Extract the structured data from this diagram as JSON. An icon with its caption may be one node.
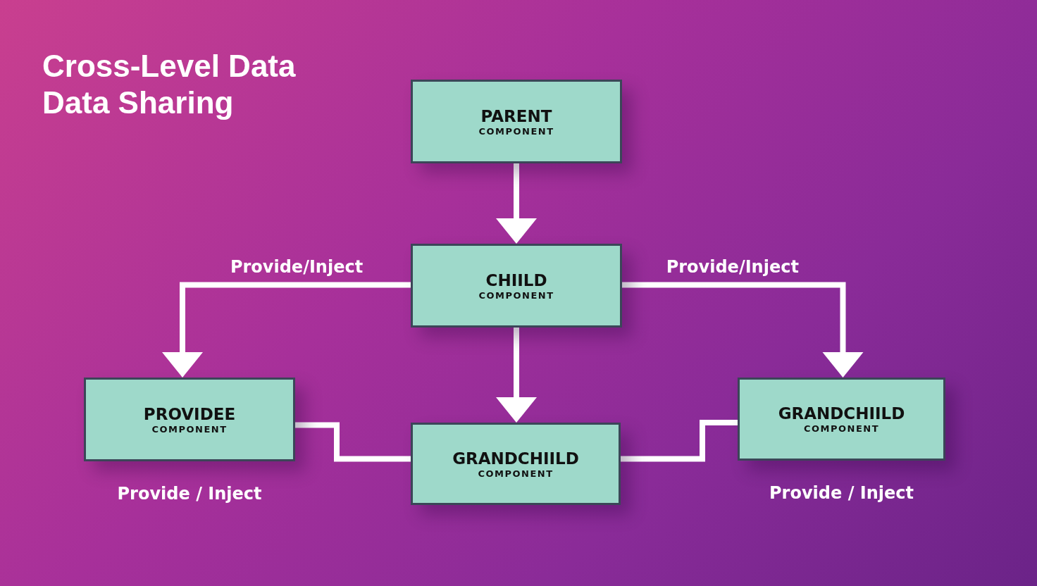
{
  "diagram": {
    "title": "Cross-Level Data Data Sharing",
    "nodes": [
      {
        "text": [
          "PARENT",
          "COMPONENT"
        ]
      },
      {
        "text": [
          "CHIILD",
          "COMPONENT"
        ]
      },
      {
        "text": [
          "PROVIDEE",
          "COMPONENT"
        ],
        "beside": [
          "Provide / Inject"
        ]
      },
      {
        "text": [
          "GRANDCHIILD",
          "COMPONENT"
        ]
      },
      {
        "text": [
          "GRANDCHIILD",
          "COMPONENT"
        ],
        "beside": [
          "Provide / Inject"
        ]
      }
    ],
    "edges": [
      {
        "from": 0,
        "to": 1,
        "arrow": "to"
      },
      {
        "from": 1,
        "to": 2,
        "arrow": "to",
        "label": "Provide/Inject"
      },
      {
        "from": 1,
        "to": 4,
        "arrow": "to",
        "label": "Provide/Inject"
      },
      {
        "from": 1,
        "to": 3,
        "arrow": "to"
      },
      {
        "from": 2,
        "to": 3,
        "arrow": "none"
      },
      {
        "from": 3,
        "to": 4,
        "arrow": "none"
      }
    ]
  }
}
